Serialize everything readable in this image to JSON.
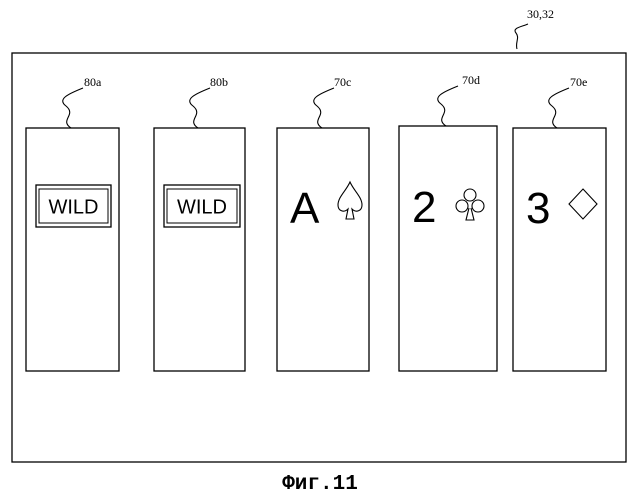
{
  "figure": {
    "frame_ref": "30,32",
    "caption": "Фиг.11",
    "cards": [
      {
        "ref": "80a",
        "type": "wild",
        "text": "WILD"
      },
      {
        "ref": "80b",
        "type": "wild",
        "text": "WILD"
      },
      {
        "ref": "70c",
        "type": "card",
        "rank": "A",
        "suit": "spade"
      },
      {
        "ref": "70d",
        "type": "card",
        "rank": "2",
        "suit": "club"
      },
      {
        "ref": "70e",
        "type": "card",
        "rank": "3",
        "suit": "diamond"
      }
    ]
  }
}
